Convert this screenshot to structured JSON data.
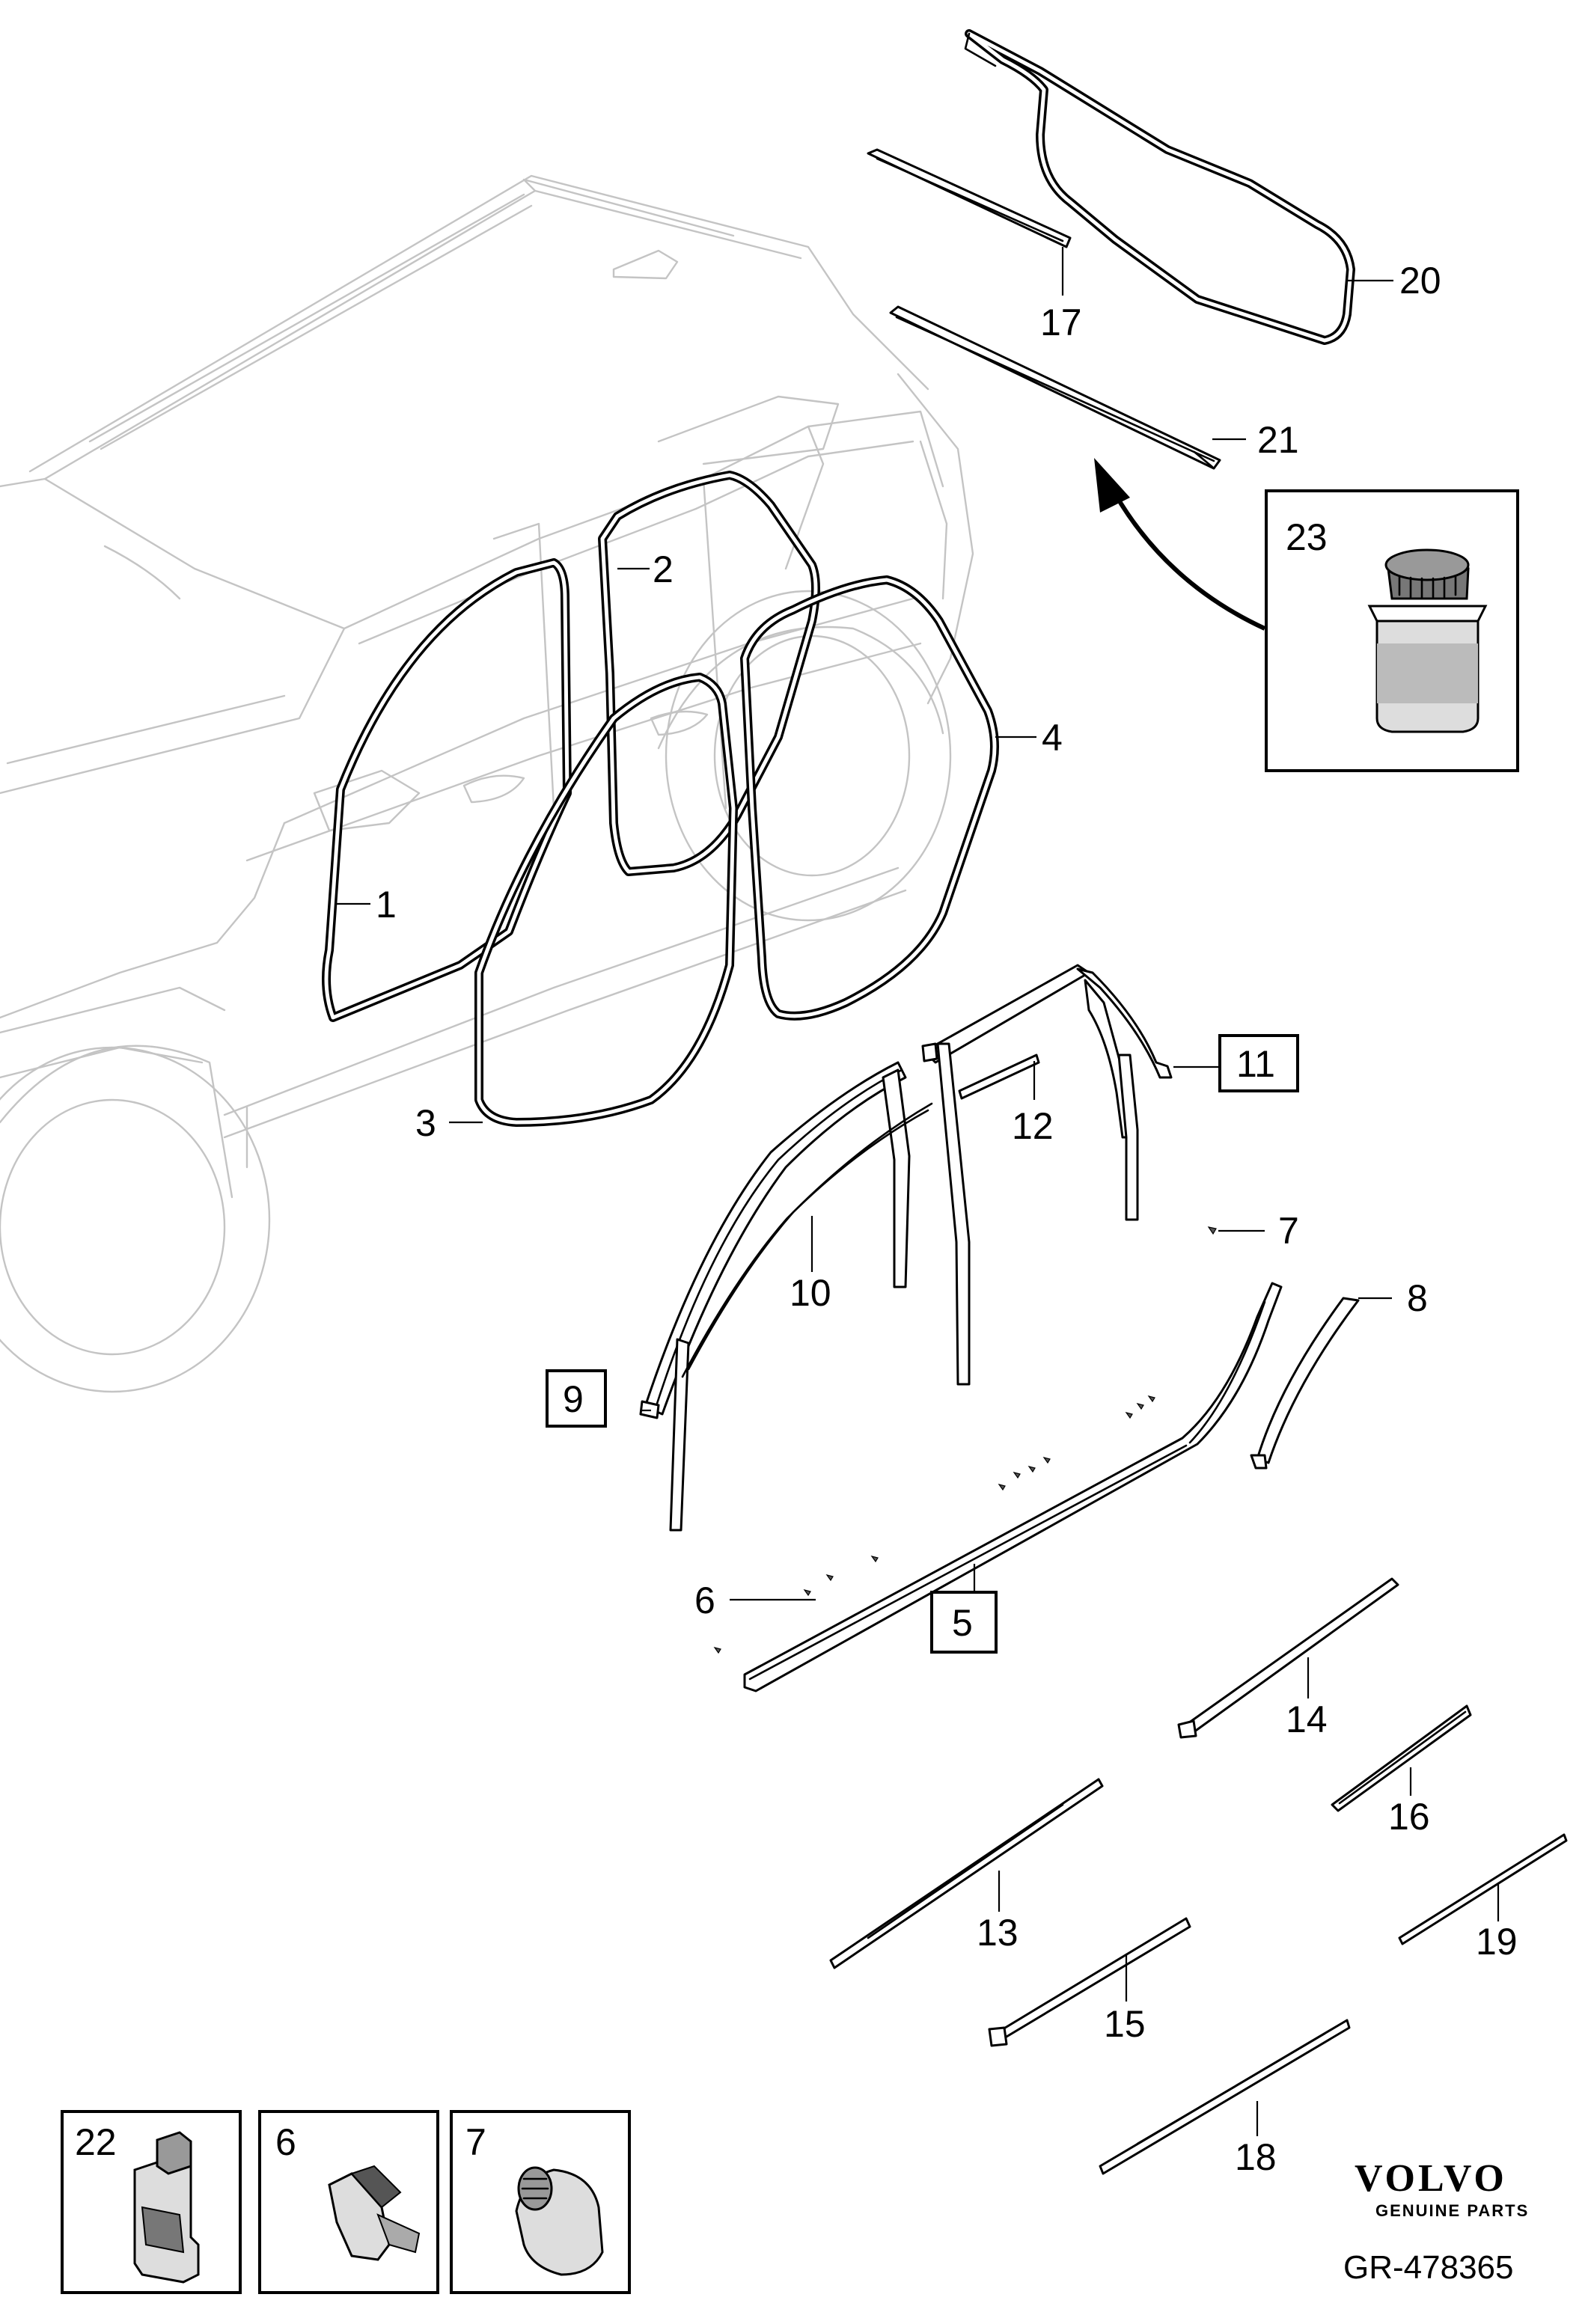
{
  "callouts": {
    "c1": "1",
    "c2": "2",
    "c3": "3",
    "c4": "4",
    "c5": "5",
    "c6": "6",
    "c7": "7",
    "c8": "8",
    "c9": "9",
    "c10": "10",
    "c11": "11",
    "c12": "12",
    "c13": "13",
    "c14": "14",
    "c15": "15",
    "c16": "16",
    "c17": "17",
    "c18": "18",
    "c19": "19",
    "c20": "20",
    "c21": "21",
    "c22": "22",
    "c23": "23"
  },
  "inset_boxes": {
    "box22": "22",
    "box6": "6",
    "box7": "7"
  },
  "branding": {
    "logo": "VOLVO",
    "tagline": "GENUINE PARTS"
  },
  "reference_code": "GR-478365"
}
